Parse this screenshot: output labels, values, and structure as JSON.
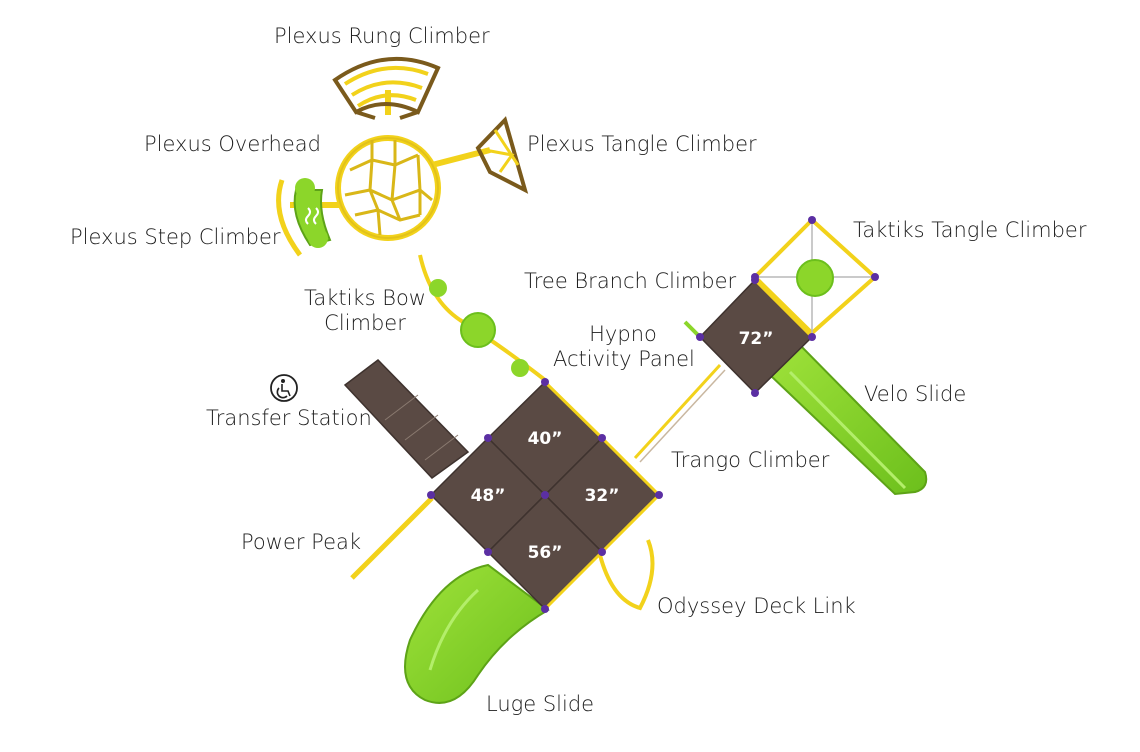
{
  "labels": {
    "plexus_rung_climber": "Plexus Rung Climber",
    "plexus_overhead": "Plexus Overhead",
    "plexus_tangle_climber": "Plexus Tangle Climber",
    "plexus_step_climber": "Plexus Step Climber",
    "taktiks_tangle_climber": "Taktiks Tangle Climber",
    "tree_branch_climber": "Tree Branch Climber",
    "taktiks_bow_climber_line1": "Taktiks Bow",
    "taktiks_bow_climber_line2": "Climber",
    "hypno_activity_panel_line1": "Hypno",
    "hypno_activity_panel_line2": "Activity Panel",
    "transfer_station": "Transfer Station",
    "velo_slide": "Velo Slide",
    "trango_climber": "Trango Climber",
    "power_peak": "Power Peak",
    "odyssey_deck_link": "Odyssey Deck Link",
    "luge_slide": "Luge Slide"
  },
  "decks": {
    "d40": "40”",
    "d48": "48”",
    "d32": "32”",
    "d56": "56”",
    "d72": "72”"
  },
  "icons": {
    "transfer": "wheelchair-accessible-icon"
  },
  "colors": {
    "deck": "#5a4a44",
    "deck_edge": "#3e322e",
    "frame_yellow": "#f2d21b",
    "frame_dark": "#7a5a1c",
    "slide_green": "#8cd62a",
    "slide_green_dark": "#5da317",
    "post_purple": "#5b2fa3"
  }
}
